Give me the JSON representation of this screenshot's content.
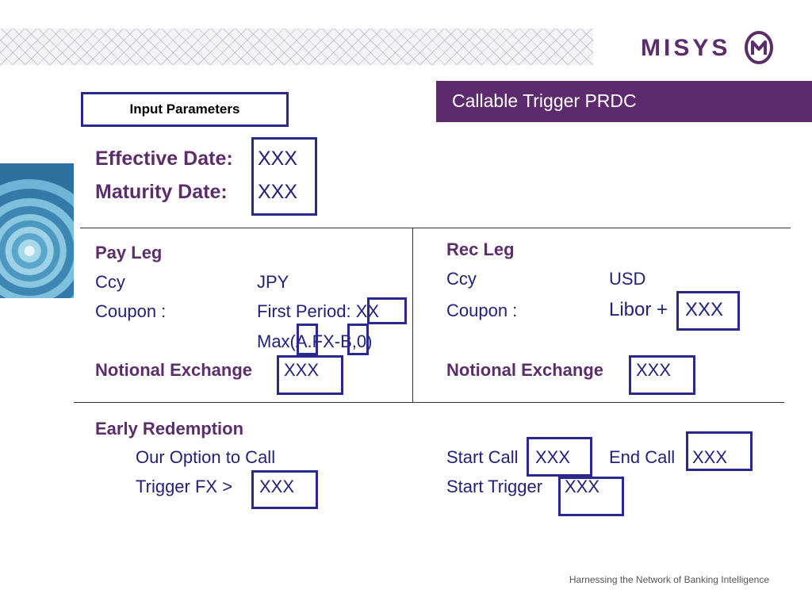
{
  "logo": {
    "text": "MISYS",
    "icon": "misys-m-circle-icon"
  },
  "title": "Callable Trigger PRDC",
  "input_parameters": "Input Parameters",
  "dates": {
    "effective_label": "Effective Date:",
    "effective_value": "XXX",
    "maturity_label": "Maturity Date:",
    "maturity_value": "XXX"
  },
  "pay_leg": {
    "heading": "Pay Leg",
    "ccy_label": "Ccy",
    "ccy_value": "JPY",
    "coupon_label": "Coupon :",
    "first_period": "First Period: XX",
    "formula": "Max(A.FX-B,0)",
    "notional_label": "Notional Exchange",
    "notional_value": "XXX"
  },
  "rec_leg": {
    "heading": "Rec Leg",
    "ccy_label": "Ccy",
    "ccy_value": "USD",
    "coupon_label": "Coupon :",
    "coupon_prefix": "Libor +",
    "coupon_value": "XXX",
    "notional_label": "Notional Exchange",
    "notional_value": "XXX"
  },
  "early_redemption": {
    "heading": "Early Redemption",
    "option_text": "Our Option to Call",
    "trigger_label": "Trigger FX >",
    "trigger_value": "XXX",
    "start_call_label": "Start Call",
    "start_call_value": "XXX",
    "end_call_label": "End Call",
    "end_call_value": "XXX",
    "start_trigger_label": "Start Trigger",
    "start_trigger_value": "XXX"
  },
  "footer": "Harnessing the Network of Banking Intelligence",
  "colors": {
    "purple": "#5e2a6e",
    "navy": "#2a2a8c"
  }
}
